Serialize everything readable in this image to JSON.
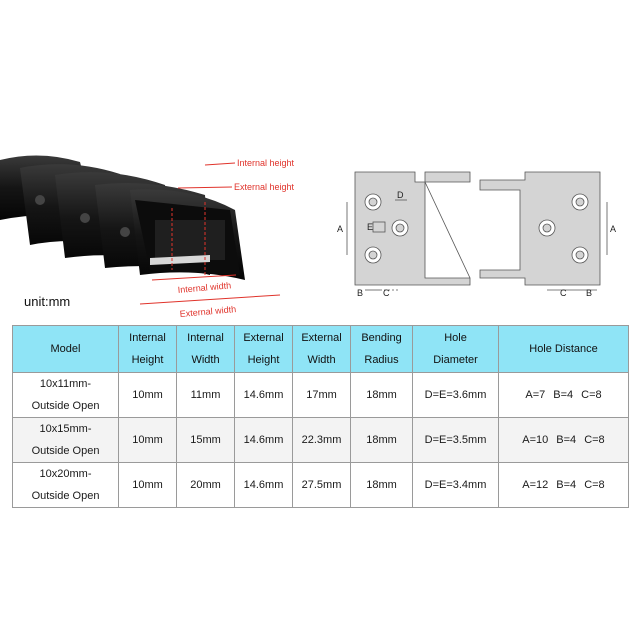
{
  "photo": {
    "labels": {
      "internal_height": "Internal height",
      "external_height": "External height",
      "internal_width": "Internal width",
      "external_width": "External width"
    }
  },
  "unit_label": "unit:mm",
  "diagram": {
    "labels": {
      "a": "A",
      "b": "B",
      "c": "C",
      "d": "D",
      "e": "E"
    }
  },
  "table": {
    "headers": [
      {
        "line1": "Model",
        "line2": ""
      },
      {
        "line1": "Internal",
        "line2": "Height"
      },
      {
        "line1": "Internal",
        "line2": "Width"
      },
      {
        "line1": "External",
        "line2": "Height"
      },
      {
        "line1": "External",
        "line2": "Width"
      },
      {
        "line1": "Bending",
        "line2": "Radius"
      },
      {
        "line1": "Hole",
        "line2": "Diameter"
      },
      {
        "line1": "Hole Distance",
        "line2": ""
      }
    ],
    "rows": [
      {
        "model_line1": "10x11mm-",
        "model_line2": "Outside Open",
        "internal_height": "10mm",
        "internal_width": "11mm",
        "external_height": "14.6mm",
        "external_width": "17mm",
        "bending_radius": "18mm",
        "hole_diameter": "D=E=3.6mm",
        "hole_a": "A=7",
        "hole_b": "B=4",
        "hole_c": "C=8"
      },
      {
        "model_line1": "10x15mm-",
        "model_line2": "Outside Open",
        "internal_height": "10mm",
        "internal_width": "15mm",
        "external_height": "14.6mm",
        "external_width": "22.3mm",
        "bending_radius": "18mm",
        "hole_diameter": "D=E=3.5mm",
        "hole_a": "A=10",
        "hole_b": "B=4",
        "hole_c": "C=8"
      },
      {
        "model_line1": "10x20mm-",
        "model_line2": "Outside Open",
        "internal_height": "10mm",
        "internal_width": "20mm",
        "external_height": "14.6mm",
        "external_width": "27.5mm",
        "bending_radius": "18mm",
        "hole_diameter": "D=E=3.4mm",
        "hole_a": "A=12",
        "hole_b": "B=4",
        "hole_c": "C=8"
      }
    ]
  },
  "colors": {
    "header_bg": "#8fe4f6",
    "annotation_red": "#e0332b",
    "chain_black": "#1b1b1b",
    "diagram_gray": "#d4d4d4"
  }
}
